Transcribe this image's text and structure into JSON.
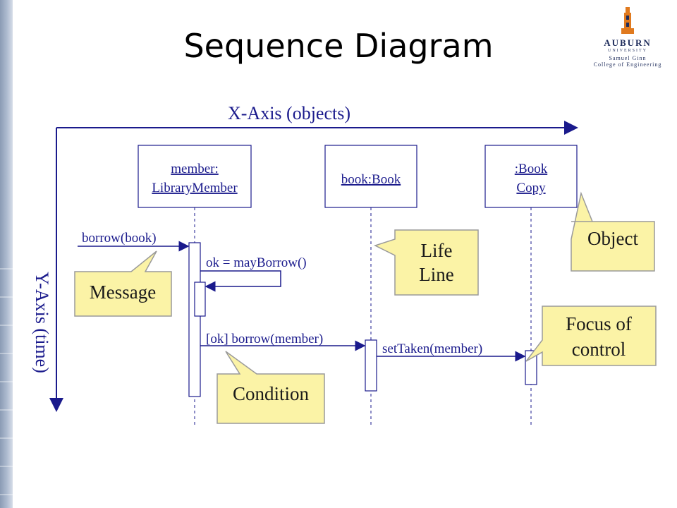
{
  "slide": {
    "title": "Sequence Diagram"
  },
  "logo": {
    "line1": "AUBURN",
    "line2": "UNIVERSITY",
    "line3": "Samuel Ginn",
    "line4": "College of Engineering"
  },
  "diagram": {
    "x_axis_label": "X-Axis (objects)",
    "y_axis_label": "Y-Axis (time)",
    "objects": [
      {
        "line1": "member:",
        "line2": "LibraryMember"
      },
      {
        "line1": "book:Book",
        "line2": ""
      },
      {
        "line1": ":Book",
        "line2": "Copy"
      }
    ],
    "messages": {
      "borrow": "borrow(book)",
      "may_borrow": "ok = mayBorrow()",
      "borrow_member": "[ok] borrow(member)",
      "set_taken": "setTaken(member)"
    },
    "callouts": {
      "object": "Object",
      "lifeline_line1": "Life",
      "lifeline_line2": "Line",
      "message": "Message",
      "focus_line1": "Focus of",
      "focus_line2": "control",
      "condition": "Condition"
    },
    "colors": {
      "ink": "#1a1a8c",
      "callout_fill": "#fbf3a6",
      "callout_stroke": "#9a9a9a"
    }
  }
}
